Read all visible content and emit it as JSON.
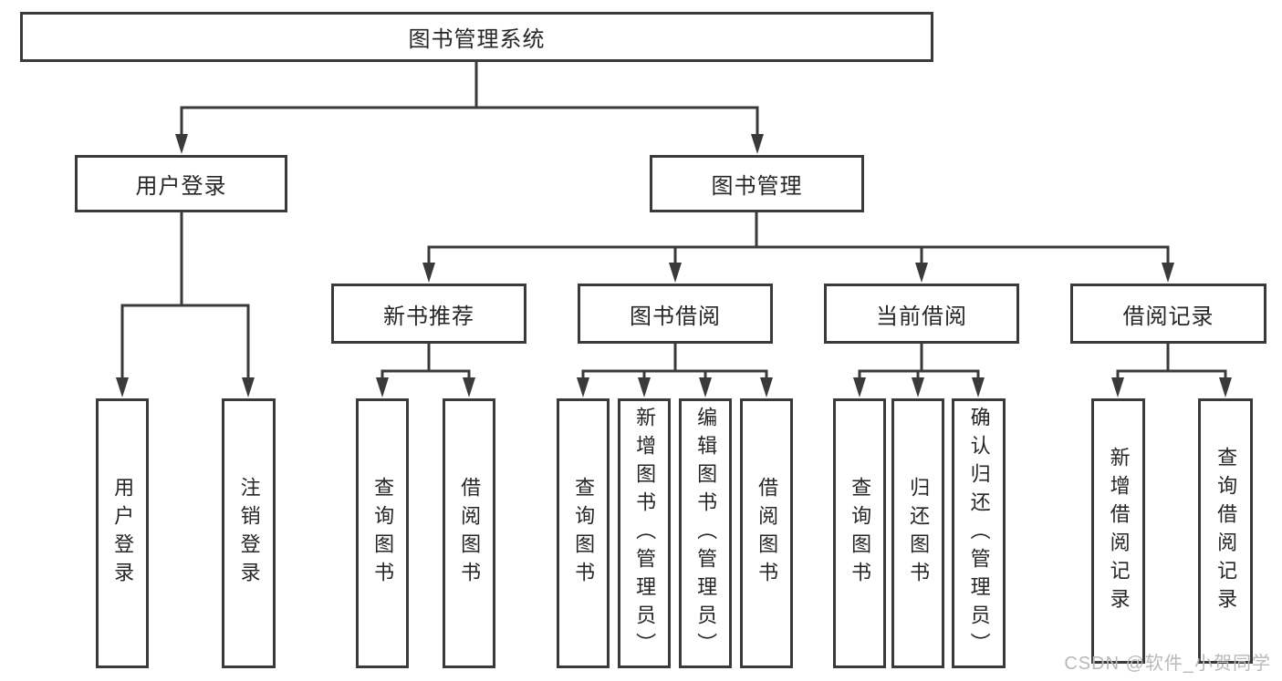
{
  "diagram_title": "图书管理系统",
  "tree": {
    "label": "图书管理系统",
    "children": [
      {
        "label": "用户登录",
        "children": [
          {
            "label": "用户登录"
          },
          {
            "label": "注销登录"
          }
        ]
      },
      {
        "label": "图书管理",
        "children": [
          {
            "label": "新书推荐",
            "children": [
              {
                "label": "查询图书"
              },
              {
                "label": "借阅图书"
              }
            ]
          },
          {
            "label": "图书借阅",
            "children": [
              {
                "label": "查询图书"
              },
              {
                "label": "新增图书（管理员）"
              },
              {
                "label": "编辑图书（管理员）"
              },
              {
                "label": "借阅图书"
              }
            ]
          },
          {
            "label": "当前借阅",
            "children": [
              {
                "label": "查询图书"
              },
              {
                "label": "归还图书"
              },
              {
                "label": "确认归还（管理员）"
              }
            ]
          },
          {
            "label": "借阅记录",
            "children": [
              {
                "label": "新增借阅记录"
              },
              {
                "label": "查询借阅记录"
              }
            ]
          }
        ]
      }
    ]
  },
  "watermark": {
    "text": "CSDN @软件_小贺同学"
  },
  "colors": {
    "line": "#3a3a3a",
    "node_border": "#3a3a3a",
    "node_text": "#262626",
    "background": "#ffffff",
    "watermark": "#b9b9b9"
  }
}
